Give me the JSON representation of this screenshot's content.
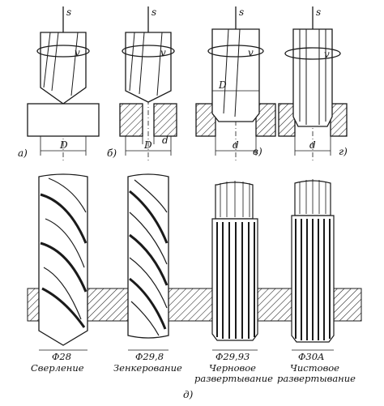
{
  "axis_labels": {
    "feed": "s",
    "rotation": "v",
    "diameter_upper": "D",
    "diameter_lower": "d"
  },
  "panels": {
    "a": "а)",
    "b": "б)",
    "c": "в)",
    "d": "г)",
    "e": "д)"
  },
  "sizes": {
    "drill": "Φ28",
    "countersink": "Φ29,8",
    "rough_reamer": "Φ29,93",
    "finish_reamer": "Φ30A"
  },
  "captions": {
    "drilling": "Сверление",
    "countersinking": "Зенкерование",
    "rough_reaming_1": "Черновое",
    "rough_reaming_2": "развертывание",
    "finish_reaming_1": "Чистовое",
    "finish_reaming_2": "развертывание"
  },
  "colors": {
    "ink": "#1a1a1a",
    "paper": "#ffffff"
  }
}
